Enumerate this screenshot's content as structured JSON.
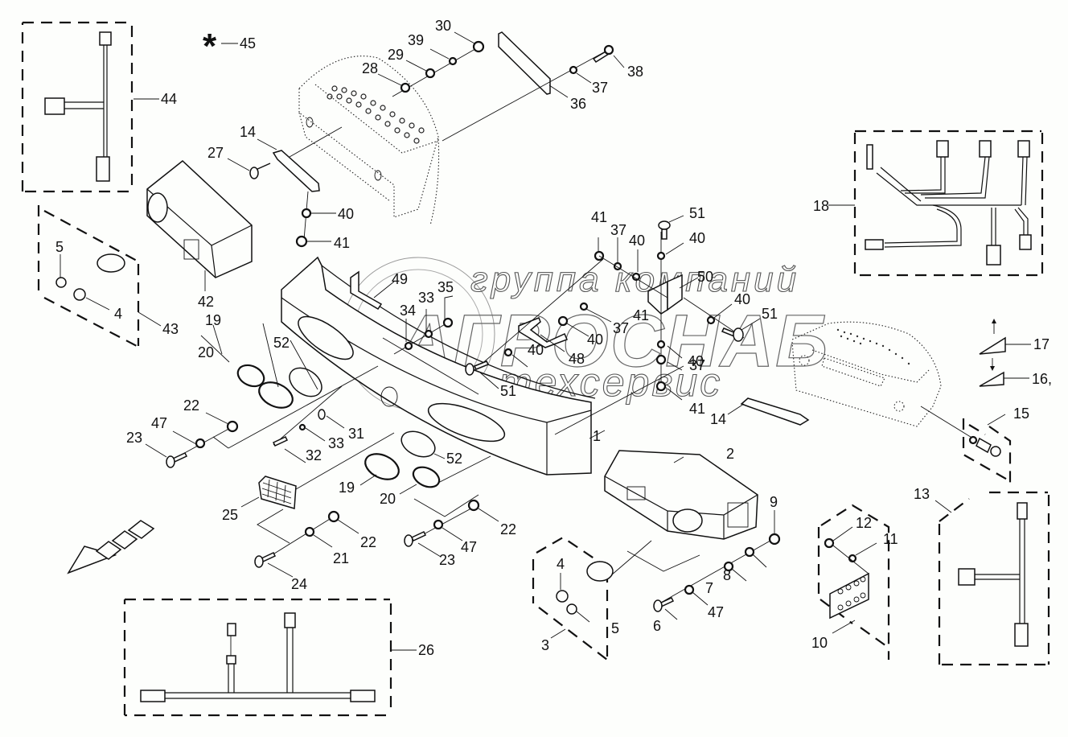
{
  "diagram": {
    "type": "exploded-parts-view",
    "subject": "front lighting / headlight bezel assembly",
    "watermark": {
      "line1": "группа компаний",
      "line2": "АГРОСНАБ",
      "line3": "техсервис"
    },
    "special_mark": {
      "symbol": "*",
      "callout": "45"
    },
    "direction_arrow": "front-of-machine arrow (down-left)",
    "callouts": {
      "c1": "1",
      "c2": "2",
      "c3": "3",
      "c4a": "4",
      "c4b": "4",
      "c5a": "5",
      "c5b": "5",
      "c6": "6",
      "c7": "7",
      "c8": "8",
      "c9": "9",
      "c10": "10",
      "c11": "11",
      "c12": "12",
      "c13": "13",
      "c14a": "14",
      "c14b": "14",
      "c15": "15",
      "c16": "16,",
      "c17": "17",
      "c18": "18",
      "c19a": "19",
      "c19b": "19",
      "c20a": "20",
      "c20b": "20",
      "c21": "21",
      "c22a": "22",
      "c22b": "22",
      "c22c": "22",
      "c23a": "23",
      "c23b": "23",
      "c24": "24",
      "c25": "25",
      "c26": "26",
      "c27": "27",
      "c28": "28",
      "c29": "29",
      "c30": "30",
      "c31": "31",
      "c32": "32",
      "c33a": "33",
      "c33b": "33",
      "c34": "34",
      "c35": "35",
      "c36": "36",
      "c37a": "37",
      "c37b": "37",
      "c37c": "37",
      "c37d": "37",
      "c38": "38",
      "c39": "39",
      "c40a": "40",
      "c40b": "40",
      "c40c": "40",
      "c40d": "40",
      "c40e": "40",
      "c40f": "40",
      "c40g": "40",
      "c41a": "41",
      "c41b": "41",
      "c41c": "41",
      "c41d": "41",
      "c42": "42",
      "c43": "43",
      "c44": "44",
      "c45": "45",
      "c47a": "47",
      "c47b": "47",
      "c47c": "47",
      "c48": "48",
      "c49": "49",
      "c50": "50",
      "c51a": "51",
      "c51b": "51",
      "c51c": "51",
      "c52a": "52",
      "c52b": "52"
    }
  }
}
